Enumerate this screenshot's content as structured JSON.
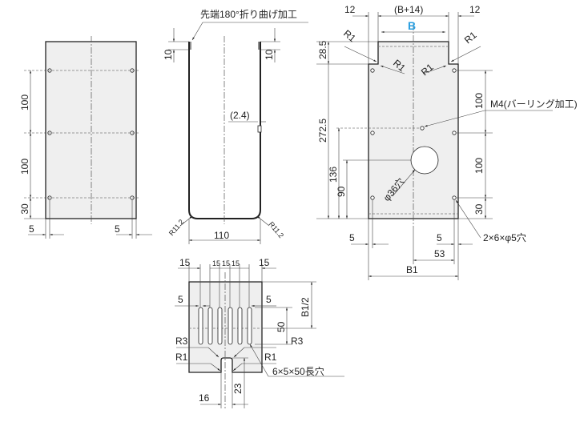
{
  "drawing": {
    "accent_color": "#2a9fe0",
    "front_view": {
      "dims": {
        "v1": "100",
        "v2": "100",
        "v3": "30",
        "h_left": "5",
        "h_right": "5"
      }
    },
    "side_view": {
      "note": "先端180°折り曲げ加工",
      "dims": {
        "top_left": "10",
        "top_right": "10",
        "thickness": "(2.4)",
        "width": "110",
        "r_left": "R11.2",
        "r_right": "R11.2"
      }
    },
    "rear_view": {
      "dims": {
        "top_left": "12",
        "top_mid": "(B+14)",
        "top_right": "12",
        "b": "B",
        "tab_h": "28.5",
        "total_h": "272.5",
        "hole_h": "136",
        "big_hole_h": "90",
        "v1": "100",
        "v2": "100",
        "v3": "30",
        "h_left": "5",
        "h_right": "5",
        "h_53": "53",
        "b1": "B1"
      },
      "radii": [
        "R1",
        "R1",
        "R1",
        "R1"
      ],
      "notes": {
        "m4": "M4(バーリング加工)",
        "big_hole": "φ36穴",
        "holes": "2×6×φ5穴"
      }
    },
    "bottom_view": {
      "dims": {
        "left15": "15",
        "p1": "15",
        "p2": "15",
        "p3": "15",
        "right15": "15",
        "left5": "5",
        "right5": "5",
        "slot50": "50",
        "half_b1": "B1/2",
        "notch16": "16",
        "notch23": "23"
      },
      "radii": {
        "r3_left": "R3",
        "r1_left": "R1",
        "r3_right": "R3",
        "r1_right": "R1"
      },
      "note": "6×5×50長穴"
    }
  }
}
